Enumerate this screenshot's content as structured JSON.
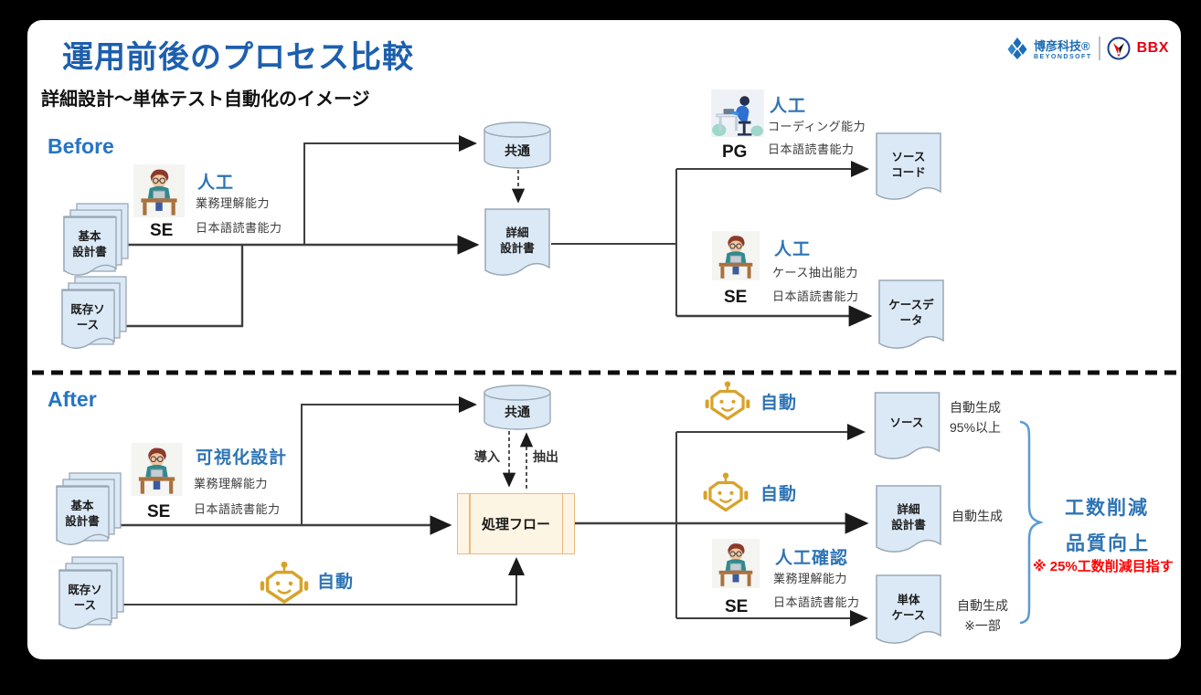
{
  "header": {
    "title": "運用前後のプロセス比較",
    "subtitle": "詳細設計～単体テスト自動化のイメージ",
    "logo": {
      "cn": "博彦科技®",
      "en": "BEYONDSOFT",
      "bbx": "BBX"
    }
  },
  "colors": {
    "title_blue": "#1d5fae",
    "label_blue": "#2e74b5",
    "section_blue": "#2574c6",
    "robot_gold": "#d7a32b",
    "doc_fill": "#dbe9f6",
    "doc_stroke": "#9aa7b5",
    "flow_fill": "#fdf5e3",
    "flow_border": "#eeb87e",
    "note_red": "#ff0000",
    "bbx_red": "#e60012"
  },
  "before": {
    "section_label": "Before",
    "se1": {
      "name": "SE",
      "type": "人工",
      "skill1": "業務理解能力",
      "skill2": "日本語読書能力"
    },
    "pg": {
      "name": "PG",
      "type": "人工",
      "skill1": "コーディング能力",
      "skill2": "日本語読書能力"
    },
    "se2": {
      "name": "SE",
      "type": "人工",
      "skill1": "ケース抽出能力",
      "skill2": "日本語読書能力"
    },
    "doc_basic": {
      "l1": "基本",
      "l2": "設計書"
    },
    "doc_existing": {
      "l1": "既存ソ",
      "l2": "ース"
    },
    "db": "共通",
    "doc_detail": {
      "l1": "詳細",
      "l2": "設計書"
    },
    "doc_source": {
      "l1": "ソース",
      "l2": "コード"
    },
    "doc_case": {
      "l1": "ケースデ",
      "l2": "ータ"
    }
  },
  "after": {
    "section_label": "After",
    "se1": {
      "name": "SE",
      "type": "可視化設計",
      "skill1": "業務理解能力",
      "skill2": "日本語読書能力"
    },
    "se2": {
      "name": "SE",
      "type": "人工確認",
      "skill1": "業務理解能力",
      "skill2": "日本語読書能力"
    },
    "robot_bottom": "自動",
    "robot_source": "自動",
    "robot_detail": "自動",
    "doc_basic": {
      "l1": "基本",
      "l2": "設計書"
    },
    "doc_existing": {
      "l1": "既存ソ",
      "l2": "ース"
    },
    "db": "共通",
    "flow": "処理フロー",
    "arrow_import": "導入",
    "arrow_extract": "抽出",
    "doc_source": {
      "l1": "ソース"
    },
    "doc_detail": {
      "l1": "詳細",
      "l2": "設計書"
    },
    "doc_unit": {
      "l1": "単体",
      "l2": "ケース"
    },
    "note_source": {
      "l1": "自動生成",
      "l2": "95%以上"
    },
    "note_detail": "自動生成",
    "note_unit": {
      "l1": "自動生成",
      "l2": "※一部"
    },
    "benefit1": "工数削減",
    "benefit2": "品質向上",
    "benefit_note": "※ 25%工数削減目指す"
  }
}
